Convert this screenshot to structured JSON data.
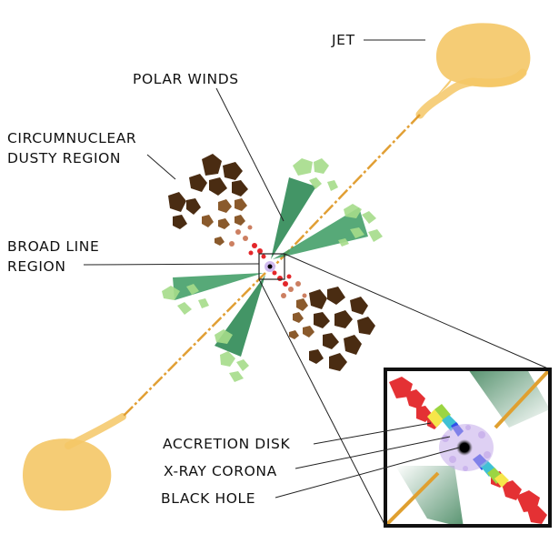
{
  "labels": {
    "jet": "JET",
    "polar_winds": "POLAR WINDS",
    "dusty_region_line1": "CIRCUMNUCLEAR",
    "dusty_region_line2": "DUSTY REGION",
    "blr_line1": "BROAD LINE",
    "blr_line2": "REGION",
    "accretion_disk": "ACCRETION DISK",
    "xray_corona": "X-RAY CORONA",
    "black_hole": "BLACK HOLE"
  },
  "colors": {
    "jet": "#f4c766",
    "jet_line": "#e09a2a",
    "wind_dark": "#2f8a55",
    "wind_light": "#a6dc8a",
    "dust_dark": "#4a2c12",
    "dust_mid": "#8a5a2c",
    "blr": "#e3262a",
    "corona": "#c3a9ea",
    "black_hole": "#000000"
  }
}
